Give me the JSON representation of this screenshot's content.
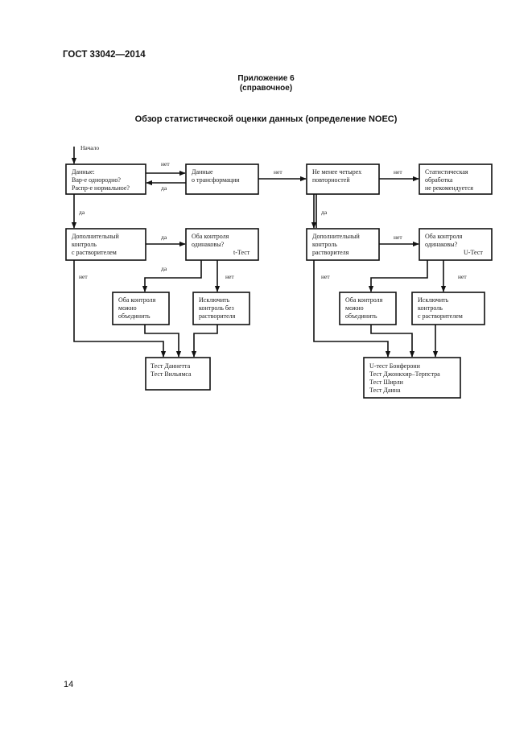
{
  "header": {
    "doc_code": "ГОСТ 33042—2014",
    "appendix": "Приложение 6",
    "appendix_type": "(справочное)",
    "title": "Обзор статистической оценки данных (определение NOEC)"
  },
  "flowchart": {
    "start": "Начало",
    "boxes": {
      "data_check": [
        "Данные:",
        "Вар-е однородно?",
        "Распр-е нормальное?"
      ],
      "data_transform": [
        "Данные",
        "о трансформации"
      ],
      "min_four": [
        "Не менее четырех",
        "повторностей"
      ],
      "not_recommended": [
        "Статистическая",
        "обработка",
        "не рекомендуется"
      ],
      "extra_control_left": [
        "Дополнительный",
        "контроль",
        "с растворителем"
      ],
      "both_same_left": [
        "Оба контроля",
        "одинаковы?"
      ],
      "both_same_left_test": "t-Тест",
      "merge_left": [
        "Оба контроля",
        "можно",
        "объединить"
      ],
      "exclude_left": [
        "Исключить",
        "контроль без",
        "растворителя"
      ],
      "tests_left": [
        "Тест Даннетта",
        "Тест Вильямса"
      ],
      "extra_control_right": [
        "Дополнительный",
        "контроль",
        "растворителя"
      ],
      "both_same_right": [
        "Оба контроля",
        "одинаковы?"
      ],
      "both_same_right_test": "U-Тест",
      "merge_right": [
        "Оба контроля",
        "можно",
        "объединить"
      ],
      "exclude_right": [
        "Исключить",
        "контроль",
        "с растворителем"
      ],
      "tests_right": [
        "U-тест Бонферони",
        "Тест Джонкхир–Терпстра",
        "Тест Ширли",
        "Тест Данна"
      ]
    },
    "labels": {
      "no_1": "нет",
      "yes_1": "да",
      "no_2": "нет",
      "no_3": "нет",
      "yes_2": "да",
      "yes_3": "да",
      "yes_4": "да",
      "no_4": "нет",
      "no_5": "нет",
      "yes_5": "да",
      "no_6": "нет",
      "no_7": "нет",
      "no_8": "нет"
    }
  },
  "footer": {
    "page_number": "14"
  }
}
